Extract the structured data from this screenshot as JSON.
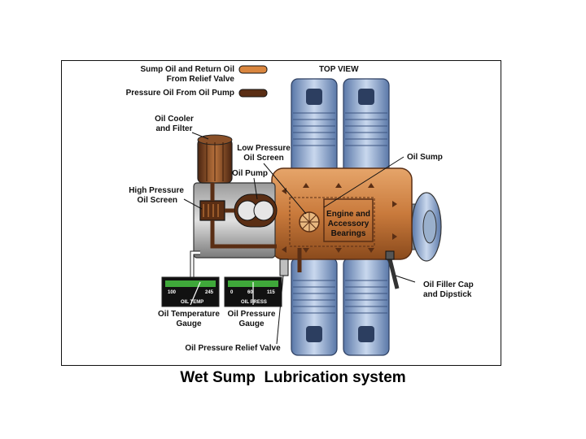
{
  "caption": "Wet Sump  Lubrication system",
  "legend": {
    "sump_line1": "Sump Oil and Return Oil",
    "sump_line2": "From Relief Valve",
    "pressure": "Pressure Oil From Oil Pump",
    "sump_color": "#d9863f",
    "pressure_color": "#5a2e14"
  },
  "view_label": "TOP VIEW",
  "labels": {
    "oil_cooler_1": "Oil Cooler",
    "oil_cooler_2": "and Filter",
    "low_pressure_screen_1": "Low Pressure",
    "low_pressure_screen_2": "Oil Screen",
    "oil_pump": "Oil Pump",
    "oil_sump": "Oil Sump",
    "high_pressure_screen_1": "High Pressure",
    "high_pressure_screen_2": "Oil Screen",
    "engine_1": "Engine and",
    "engine_2": "Accessory",
    "engine_3": "Bearings",
    "filler_cap_1": "Oil Filler Cap",
    "filler_cap_2": "and Dipstick",
    "temp_gauge_1": "Oil Temperature",
    "temp_gauge_2": "Gauge",
    "pressure_gauge_1": "Oil Pressure",
    "pressure_gauge_2": "Gauge",
    "relief_valve": "Oil Pressure Relief Valve"
  },
  "temp_gauge": {
    "min": "100",
    "max": "245",
    "name": "OIL TEMP"
  },
  "pressure_gauge": {
    "t0": "0",
    "t1": "60",
    "t2": "115",
    "name": "OIL PRESS"
  },
  "colors": {
    "sump_oil": "#d9863f",
    "pressure_oil": "#5a2e14",
    "cylinder_blue": "#7d9cc9",
    "engine_case": "#c97a3c",
    "gauge_green": "#3fa83a"
  }
}
